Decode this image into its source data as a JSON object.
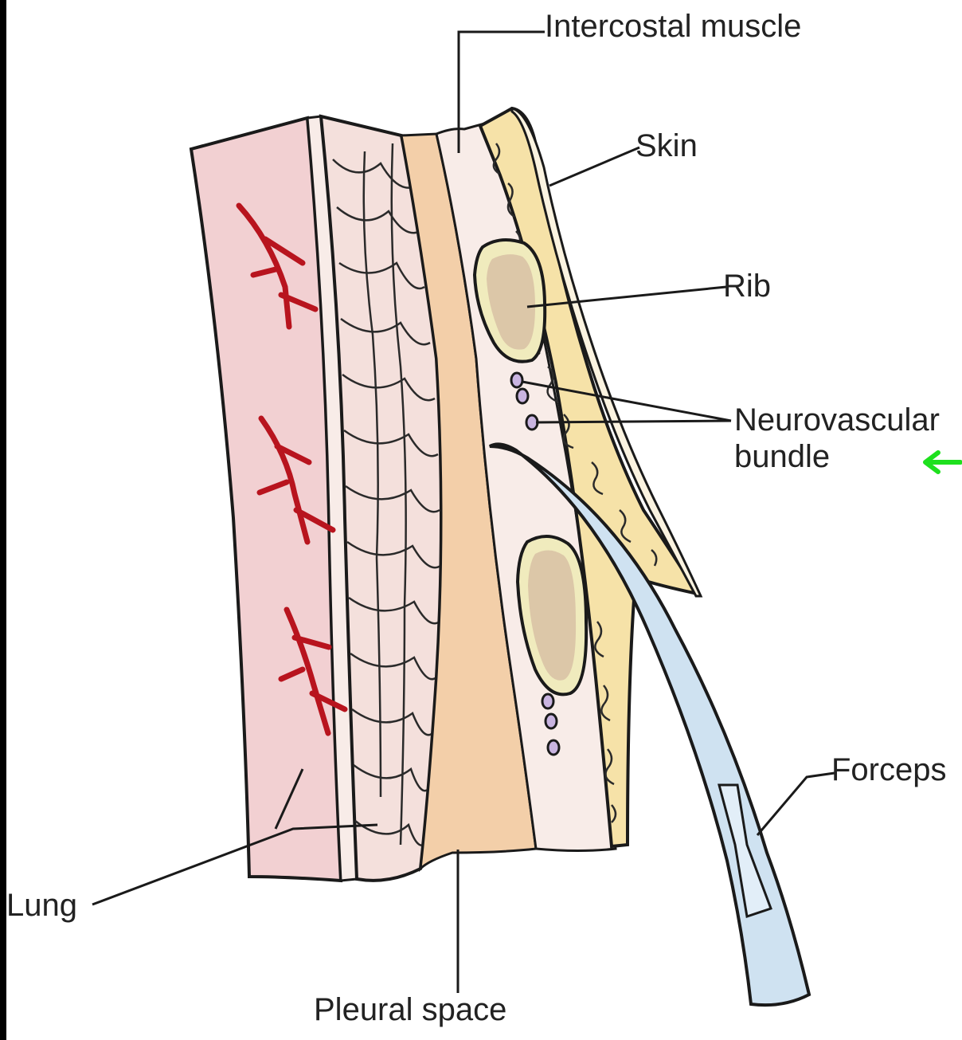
{
  "labels": {
    "intercostal_muscle": "Intercostal muscle",
    "skin": "Skin",
    "rib": "Rib",
    "neurovascular_line1": "Neurovascular",
    "neurovascular_line2": "bundle",
    "forceps": "Forceps",
    "lung": "Lung",
    "pleural_space": "Pleural space"
  },
  "colors": {
    "outline": "#1a1a1a",
    "lung": "#f2d0d2",
    "vessel": "#b8141e",
    "pleura": "#f4e0dc",
    "pleural_space": "#f3cfa9",
    "muscle": "#f8ece8",
    "subcutaneous_fat": "#f6e2a8",
    "rib_outer": "#f0ebbd",
    "rib_inner": "#dcc7a8",
    "nerve_vessel": "#c9b4e0",
    "forceps": "#cfe2f1",
    "pointer_arrow": "#1ee01e"
  },
  "icons": {
    "pointer": "arrow-left-icon"
  }
}
